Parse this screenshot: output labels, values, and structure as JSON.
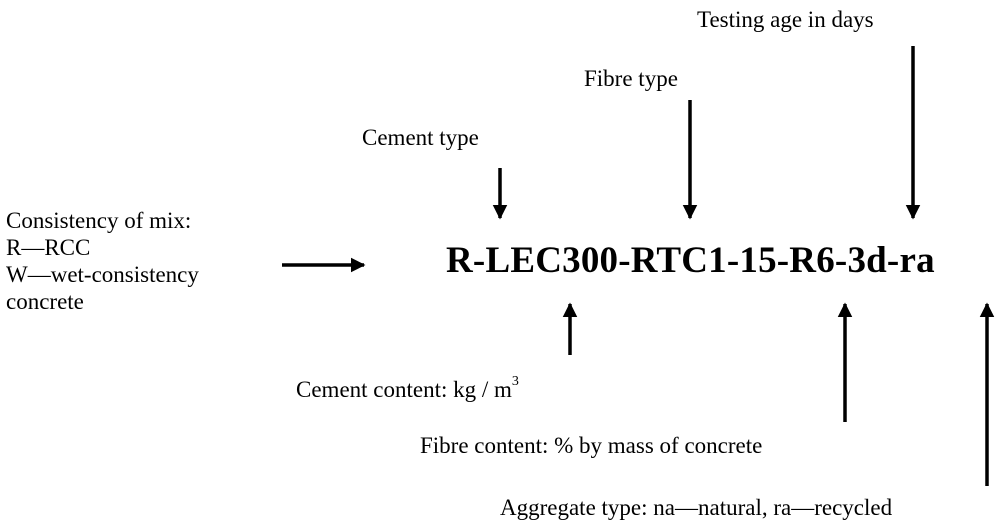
{
  "code": "R-LEC300-RTC1-15-R6-3d-ra",
  "labels": {
    "testing_age": "Testing age in days",
    "fibre_type": "Fibre type",
    "cement_type": "Cement type",
    "consistency": {
      "title": "Consistency of mix:",
      "option_r": "R—RCC",
      "option_w": "W—wet-consistency",
      "option_w_cont": "concrete"
    },
    "cement_content": "Cement content: kg / m",
    "cement_content_exponent": "3",
    "fibre_content": "Fibre content: % by mass of concrete",
    "aggregate_type": "Aggregate type: na—natural, ra—recycled"
  },
  "colors": {
    "ink": "#000000",
    "background": "#ffffff"
  }
}
